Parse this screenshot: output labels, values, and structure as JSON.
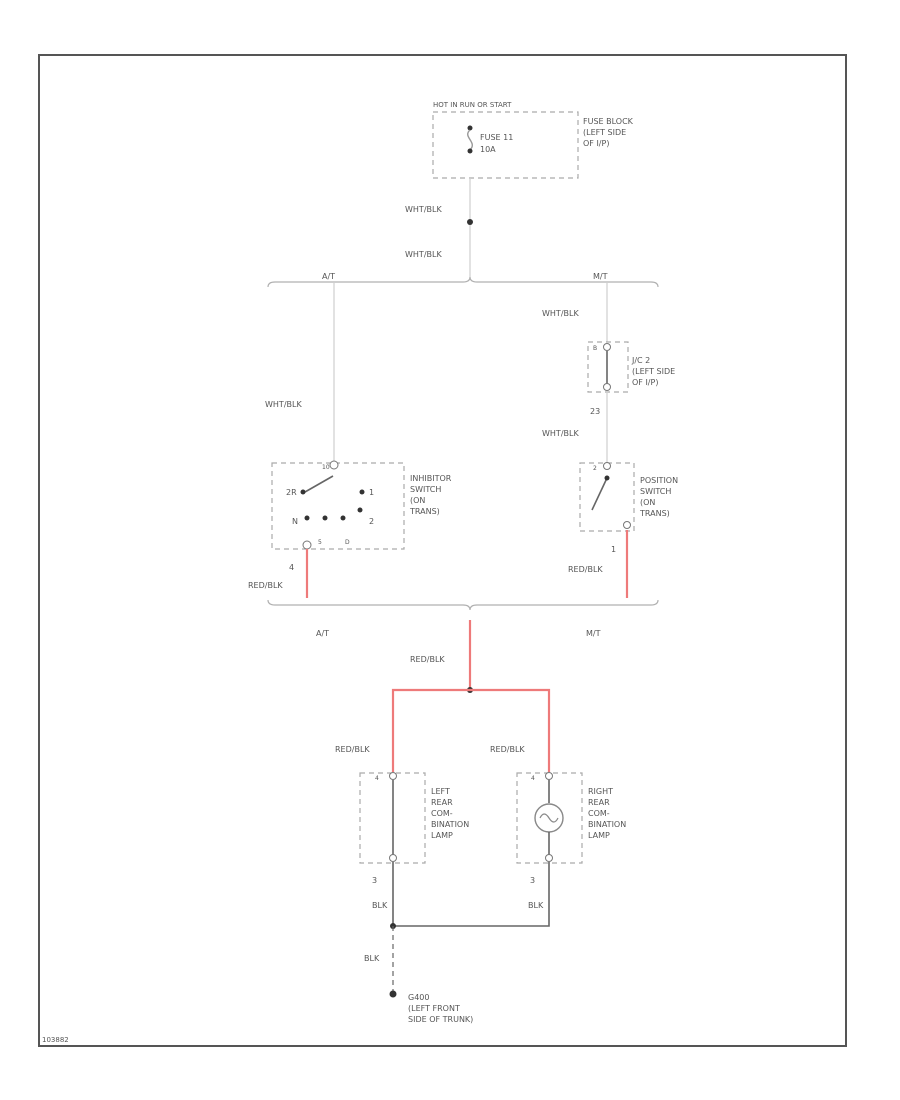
{
  "fuse_block": {
    "header": "HOT IN RUN OR START",
    "fuse": [
      "FUSE 11",
      "10A"
    ],
    "location": [
      "FUSE BLOCK",
      "(LEFT SIDE",
      "OF I/P)"
    ]
  },
  "wires": {
    "wht_blk": "WHT/BLK",
    "red_blk": "RED/BLK",
    "blk": "BLK"
  },
  "branches": {
    "auto": "A/T",
    "manual": "M/T"
  },
  "jc2": {
    "label": [
      "J/C 2",
      "(LEFT SIDE",
      "OF I/P)"
    ],
    "pin_top": "B",
    "pin_bottom": "23"
  },
  "inhibitor_switch": {
    "label": [
      "INHIBITOR",
      "SWITCH",
      "(ON",
      "TRANS)"
    ],
    "pins": {
      "top": "10",
      "left_top": "2R",
      "right_top": "1",
      "left_mid": "N",
      "right_mid": "2",
      "bottom_a": "5",
      "bottom_b": "D"
    },
    "out_pin": "4"
  },
  "position_switch": {
    "label": [
      "POSITION",
      "SWITCH",
      "(ON",
      "TRANS)"
    ],
    "pin_top": "2",
    "out_pin": "1"
  },
  "left_lamp": {
    "label": [
      "LEFT",
      "REAR",
      "COM-",
      "BINATION",
      "LAMP"
    ],
    "pin_top": "4",
    "pin_bottom": "3"
  },
  "right_lamp": {
    "label": [
      "RIGHT",
      "REAR",
      "COM-",
      "BINATION",
      "LAMP"
    ],
    "pin_top": "4",
    "pin_bottom": "3"
  },
  "ground": {
    "label": [
      "G400",
      "(LEFT FRONT",
      "SIDE OF TRUNK)"
    ]
  },
  "figure_id": "103882"
}
